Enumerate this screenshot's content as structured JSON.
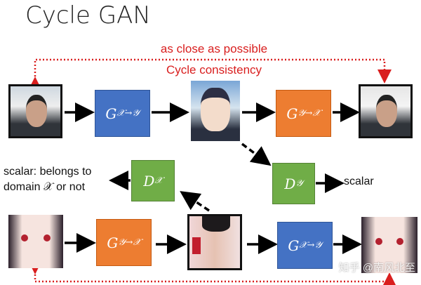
{
  "title": "Cycle GAN",
  "annotations": {
    "close": "as close as possible",
    "cycle": "Cycle consistency"
  },
  "boxes": {
    "g_xy_top": {
      "main": "G",
      "sub": "𝒳→𝒴"
    },
    "g_yx_top": {
      "main": "G",
      "sub": "𝒴→𝒳"
    },
    "d_y": {
      "main": "D",
      "sub": "𝒴"
    },
    "d_x": {
      "main": "D",
      "sub": "𝒳"
    },
    "g_yx_bottom": {
      "main": "G",
      "sub": "𝒴→𝒳"
    },
    "g_xy_bottom": {
      "main": "G",
      "sub": "𝒳→𝒴"
    }
  },
  "labels": {
    "dy_output": "scalar",
    "dx_output_line1": "scalar: belongs to",
    "dx_output_line2": "domain 𝒳 or not"
  },
  "watermark": "知乎 @南风北至",
  "colors": {
    "generator_xy": "#4472c4",
    "generator_yx": "#ed7d31",
    "discriminator": "#70ad47",
    "cycle": "#d91e1e"
  }
}
